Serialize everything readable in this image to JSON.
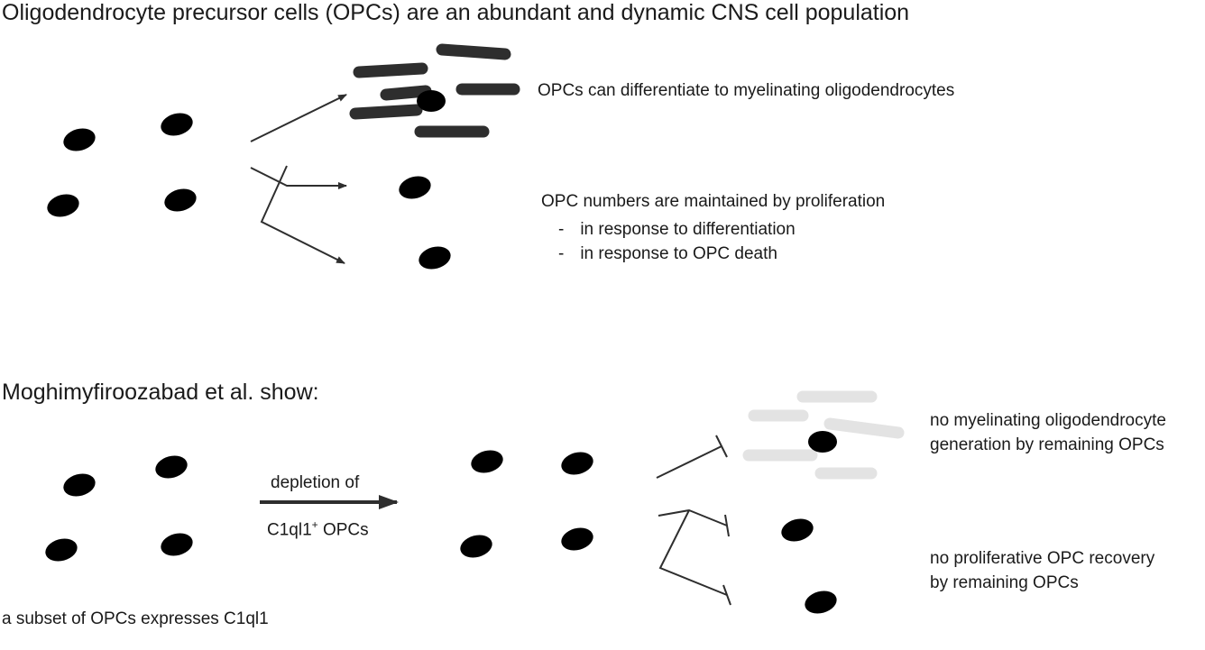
{
  "title": "Oligodendrocyte precursor cells (OPCs) are an abundant and dynamic CNS cell population",
  "top": {
    "differentiate_text": "OPCs can differentiate to myelinating oligodendrocytes",
    "maintained_text": "OPC numbers are maintained by proliferation",
    "bullets": [
      {
        "dash": "-",
        "text": "in response to differentiation"
      },
      {
        "dash": "-",
        "text": "in response to OPC death"
      }
    ]
  },
  "bottom": {
    "heading": "Moghimyfiroozabad et al. show:",
    "subset_caption": "a subset of OPCs expresses C1ql1",
    "depletion_line1": "depletion of",
    "depletion_line2_prefix": "C1ql1",
    "depletion_line2_sup": "+",
    "depletion_line2_suffix": " OPCs",
    "result1_line1": "no myelinating oligodendrocyte",
    "result1_line2": "generation by remaining OPCs",
    "result2_line1": "no proliferative OPC recovery",
    "result2_line2": "by remaining OPCs"
  },
  "colors": {
    "cell_dark": "#2e2e2e",
    "cell_c1ql1": "#f06a6a",
    "cell_absent": "#e3e3e3"
  }
}
